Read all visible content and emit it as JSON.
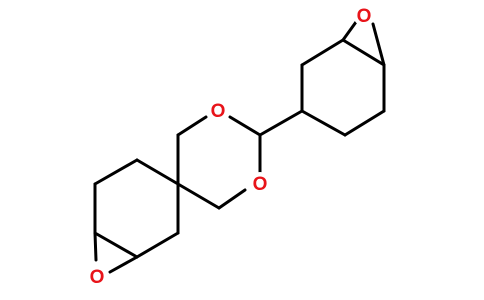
{
  "molecule": {
    "bond_color": "#000000",
    "oxygen_color": "#e8141a",
    "atoms": {
      "o_epoxide_top": "O",
      "o_dioxane_upper": "O",
      "o_dioxane_lower": "O",
      "o_epoxide_bottom": "O"
    }
  }
}
